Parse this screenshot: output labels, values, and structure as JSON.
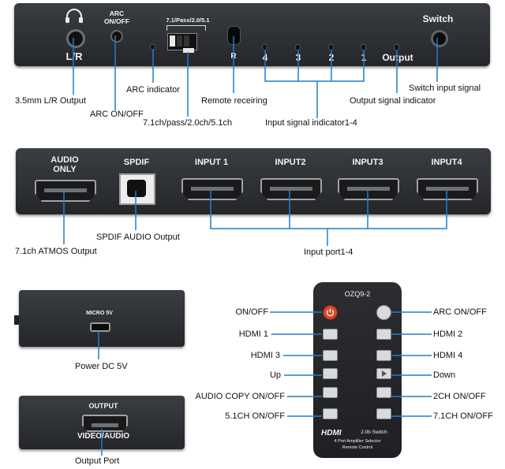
{
  "top_panel": {
    "headphone_label": "L/R",
    "arc_switch_label": [
      "ARC",
      "ON/OFF"
    ],
    "mode_label": "7.1/Pass/2.0/5.1",
    "remote_sensor_label": "R",
    "input_numbers": [
      "4",
      "3",
      "2",
      "1"
    ],
    "output_label": "Output",
    "switch_label": "Switch"
  },
  "top_callouts": {
    "lr_output": "3.5mm L/R Output",
    "arc_onoff": "ARC ON/OFF",
    "arc_indicator": "ARC indicator",
    "mode": "7.1ch/pass/2.0ch/5.1ch",
    "remote": "Remote receiring",
    "input_indicator": "Input signal indicator1-4",
    "output_indicator": "Output signal indicator",
    "switch_input": "Switch input signal"
  },
  "back_panel": {
    "audio_only": [
      "AUDIO",
      "ONLY"
    ],
    "spdif": "SPDIF",
    "inputs": [
      "INPUT 1",
      "INPUT2",
      "INPUT3",
      "INPUT4"
    ]
  },
  "back_callouts": {
    "spdif_output": "SPDIF AUDIO Output",
    "atmos_output": "7.1ch ATMOS Output",
    "input_port": "Input port1-4"
  },
  "side_views": {
    "micro_label": "MICRO 5V",
    "power_callout": "Power DC 5V",
    "output_label": "OUTPUT",
    "video_audio_label": "VIDEO/AUDIO",
    "output_port_callout": "Output Port"
  },
  "remote": {
    "model": "OZQ9-2",
    "brand": "HDMI",
    "brand_sub": "2.0b Switch",
    "sub_line1": "4 Port Amplifier Selector",
    "sub_line2": "Remote Control",
    "left_labels": [
      "ON/OFF",
      "HDMI 1",
      "HDMI 3",
      "Up",
      "AUDIO COPY ON/OFF",
      "5.1CH ON/OFF"
    ],
    "right_labels": [
      "ARC ON/OFF",
      "HDMI 2",
      "HDMI 4",
      "Down",
      "2CH ON/OFF",
      "7.1CH ON/OFF"
    ],
    "power_color": "#d9472b"
  }
}
